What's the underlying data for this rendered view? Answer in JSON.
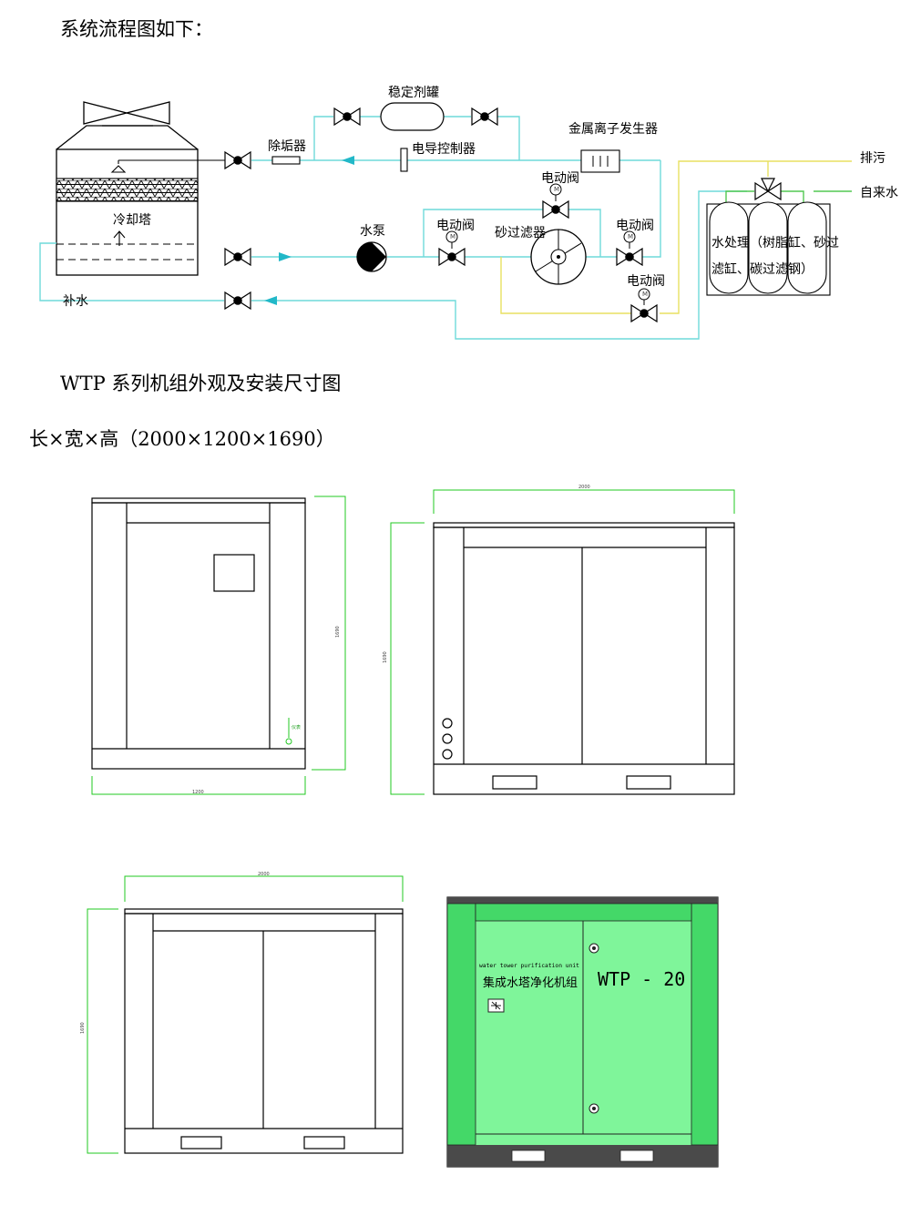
{
  "headings": {
    "flow_title": "系统流程图如下：",
    "appearance_title": "WTP 系列机组外观及安装尺寸图",
    "dimensions": "长×宽×高（2000×1200×1690）"
  },
  "flow_labels": {
    "stabilizer_tank": "稳定剂罐",
    "descaler": "除垢器",
    "conductivity_controller": "电导控制器",
    "metal_ion_generator": "金属离子发生器",
    "drain": "排污",
    "tap_water": "自来水",
    "electric_valve_top": "电动阀",
    "electric_valve_left": "电动阀",
    "electric_valve_right": "电动阀",
    "electric_valve_bottom": "电动阀",
    "cooling_tower": "冷却塔",
    "water_pump": "水泵",
    "sand_filter": "砂过滤器",
    "water_treatment_line1": "水处理（树脂缸、砂过",
    "water_treatment_line2": "滤缸、碳过滤钢）",
    "makeup_water": "补水",
    "valve_m": "M"
  },
  "drawings": {
    "side_height_dim": "1690",
    "side_width_dim": "1200",
    "front_width_dim": "2000",
    "front_height_dim": "1690",
    "back_width_dim": "2000",
    "back_height_dim": "1690",
    "side_gauge_label": "仪表"
  },
  "product": {
    "english_name": "water tower purification unit",
    "chinese_name": "集成水塔净化机组",
    "model": "WTP - 20",
    "body_color": "#7ff59a",
    "frame_color": "#44d868",
    "base_color": "#4a4a4a"
  },
  "colors": {
    "cyan_pipe": "#6fdada",
    "yellow_pipe": "#e8e060",
    "green_pipe": "#52c852",
    "dimension_line": "#22c822",
    "flow_arrow": "#22b8c8"
  }
}
